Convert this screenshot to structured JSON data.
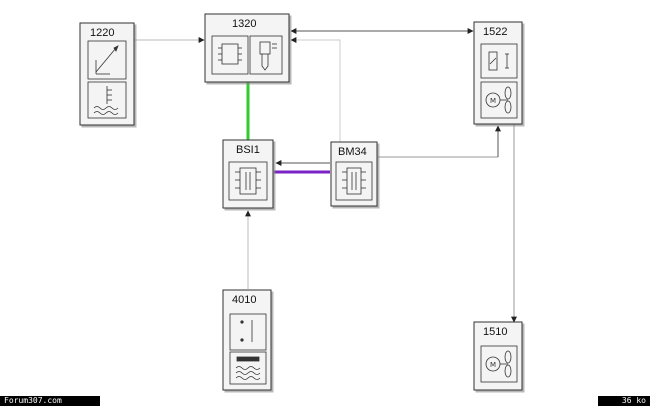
{
  "diagram": {
    "modules": {
      "m1220": {
        "id": "1220"
      },
      "m1320": {
        "id": "1320"
      },
      "m1522": {
        "id": "1522"
      },
      "bsi1": {
        "id": "BSI1"
      },
      "bm34": {
        "id": "BM34"
      },
      "m4010": {
        "id": "4010"
      },
      "m1510": {
        "id": "1510"
      }
    },
    "links": [
      {
        "from": "1220",
        "to": "1320",
        "type": "wire",
        "color": "#bbbbbb"
      },
      {
        "from": "1320",
        "to": "1522",
        "type": "wire",
        "color": "#555555"
      },
      {
        "from": "1320",
        "to": "BSI1",
        "type": "bus",
        "color": "#2ecc2e"
      },
      {
        "from": "BSI1",
        "to": "BM34",
        "type": "bus",
        "color": "#7a22c4"
      },
      {
        "from": "BM34",
        "to": "BSI1",
        "type": "wire",
        "color": "#555555"
      },
      {
        "from": "4010",
        "to": "BSI1",
        "type": "wire",
        "color": "#bbbbbb"
      },
      {
        "from": "1522",
        "to": "1510",
        "type": "wire",
        "color": "#999999"
      }
    ]
  },
  "footer": {
    "left_text": "Forum307.com",
    "right_text": "36 ko"
  }
}
